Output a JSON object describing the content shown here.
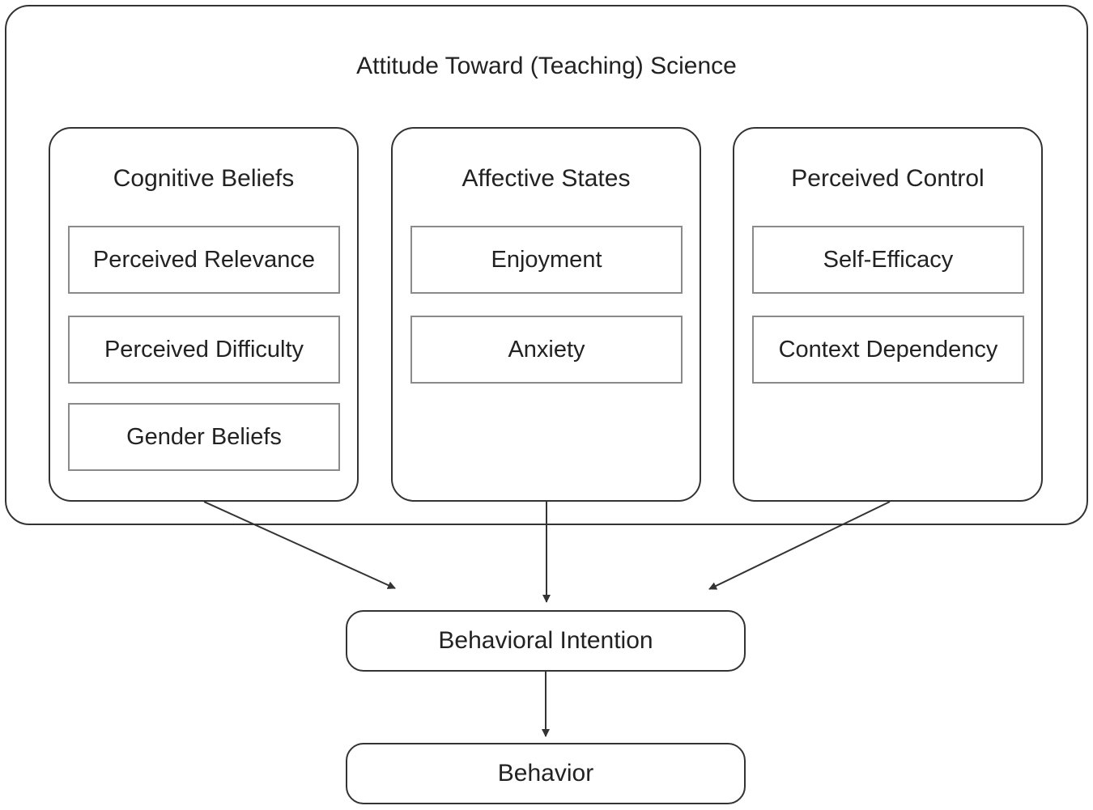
{
  "diagram": {
    "title": "Attitude Toward (Teaching) Science",
    "groups": [
      {
        "title": "Cognitive Beliefs",
        "items": [
          "Perceived Relevance",
          "Perceived Difficulty",
          "Gender Beliefs"
        ]
      },
      {
        "title": "Affective States",
        "items": [
          "Enjoyment",
          "Anxiety"
        ]
      },
      {
        "title": "Perceived Control",
        "items": [
          "Self-Efficacy",
          "Context Dependency"
        ]
      }
    ],
    "intention": "Behavioral Intention",
    "behavior": "Behavior"
  },
  "colors": {
    "line": "#333333",
    "item_border": "#8a8a8a",
    "background": "#ffffff"
  }
}
